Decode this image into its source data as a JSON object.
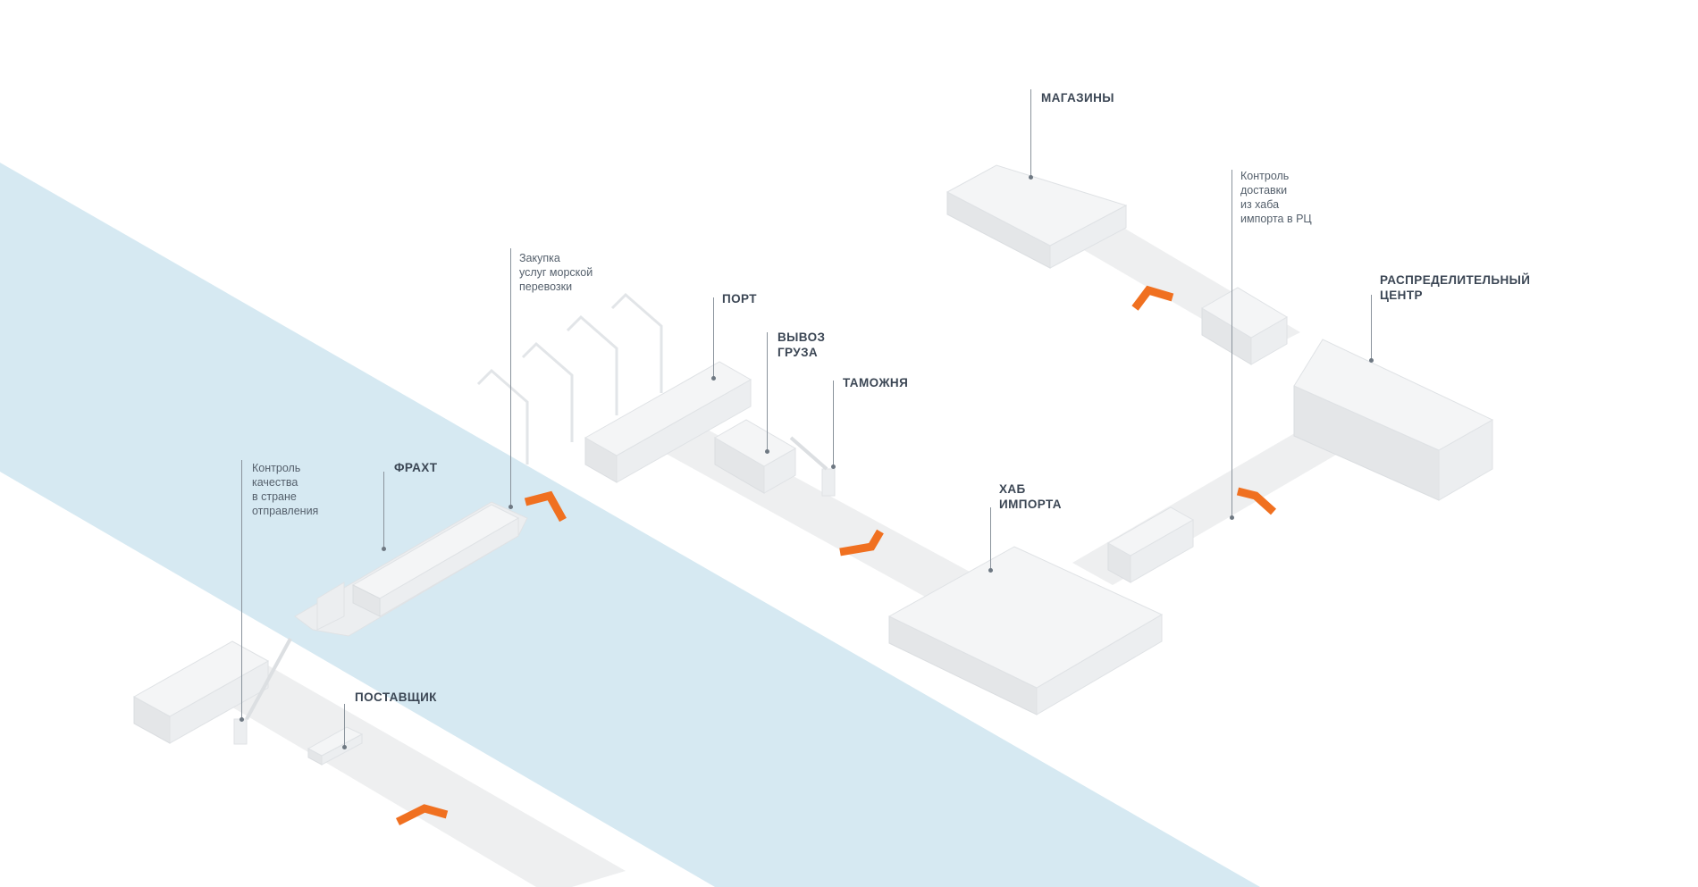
{
  "labels": {
    "shops": "МАГАЗИНЫ",
    "delivery_control": "Контроль\nдоставки\nиз хаба\nимпорта в РЦ",
    "distribution_center": "РАСПРЕДЕЛИТЕЛЬНЫЙ\nЦЕНТР",
    "sea_purchase": "Закупка\nуслуг морской\nперевозки",
    "port": "ПОРТ",
    "cargo_removal": "ВЫВОЗ\nГРУЗА",
    "customs": "ТАМОЖНЯ",
    "quality_control": "Контроль\nкачества\nв стране\nотправления",
    "freight": "ФРАХТ",
    "import_hub": "ХАБ\nИМПОРТА",
    "supplier": "ПОСТАВЩИК"
  },
  "colors": {
    "water": "#d6e9f2",
    "road": "#eeeff0",
    "building": "#f4f5f6",
    "building_side": "#e4e6e8",
    "arrow": "#f07020",
    "leader": "#8a939c",
    "label": "#3b4654"
  }
}
